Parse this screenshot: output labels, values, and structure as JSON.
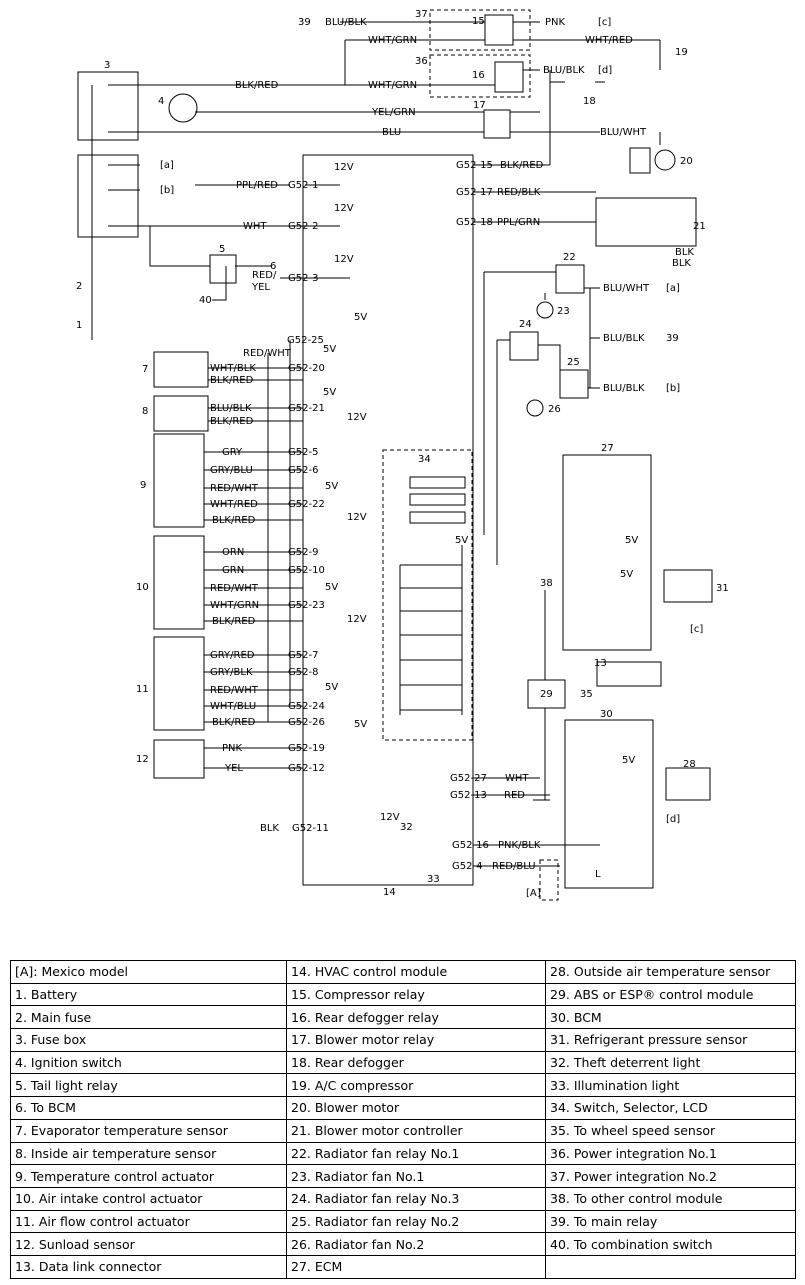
{
  "wires": {
    "w01": "BLU/BLK",
    "w02": "PNK",
    "w03": "[c]",
    "w04": "WHT/GRN",
    "w05": "WHT/RED",
    "w06": "BLK/RED",
    "w07": "WHT/GRN",
    "w08": "BLU/BLK",
    "w09": "[d]",
    "w10": "YEL/GRN",
    "w11": "BLU",
    "w12": "BLU/WHT",
    "w13": "G52-15",
    "w14": "BLK/RED",
    "w15": "[a]",
    "w16": "[b]",
    "w17": "PPL/RED",
    "w18": "G52-1",
    "w19": "G52-17",
    "w20": "RED/BLK",
    "w21": "G52-18",
    "w22": "PPL/GRN",
    "w23": "WHT",
    "w24": "G52-2",
    "w25": "BLK",
    "w26": "RED/",
    "w27": "YEL",
    "w28": "G52-3",
    "w29": "BLU/WHT",
    "w30": "[a]",
    "w31": "BLU/BLK",
    "w32": "39",
    "w33": "BLU/BLK",
    "w34": "[b]",
    "w35": "G52-25",
    "w36": "RED/WHT",
    "w37": "WHT/BLK",
    "w38": "G52-20",
    "w39": "BLK/RED",
    "w40": "BLU/BLK",
    "w41": "G52-21",
    "w42": "BLK/RED",
    "w43": "GRY",
    "w44": "G52-5",
    "w45": "GRY/BLU",
    "w46": "G52-6",
    "w47": "RED/WHT",
    "w48": "WHT/RED",
    "w49": "G52-22",
    "w50": "BLK/RED",
    "w51": "ORN",
    "w52": "G52-9",
    "w53": "GRN",
    "w54": "G52-10",
    "w55": "RED/WHT",
    "w56": "WHT/GRN",
    "w57": "G52-23",
    "w58": "BLK/RED",
    "w59": "GRY/RED",
    "w60": "G52-7",
    "w61": "GRY/BLK",
    "w62": "G52-8",
    "w63": "RED/WHT",
    "w64": "WHT/BLU",
    "w65": "G52-24",
    "w66": "BLK/RED",
    "w67": "G52-26",
    "w68": "PNK",
    "w69": "G52-19",
    "w70": "YEL",
    "w71": "G52-12",
    "w72": "G52-27",
    "w73": "WHT",
    "w74": "G52-13",
    "w75": "RED",
    "w76": "BLK",
    "w77": "G52-11",
    "w78": "G52-16",
    "w79": "PNK/BLK",
    "w80": "G52-4",
    "w81": "RED/BLU",
    "w82": "[c]",
    "w83": "[d]",
    "w84": "[A]",
    "w85": "6",
    "w86": "L",
    "w87": "BLK"
  },
  "voltages": {
    "v12": "12V",
    "v5": "5V"
  },
  "callouts": [
    "1",
    "2",
    "3",
    "4",
    "5",
    "7",
    "8",
    "9",
    "10",
    "11",
    "12",
    "13",
    "14",
    "15",
    "16",
    "17",
    "18",
    "19",
    "20",
    "21",
    "22",
    "23",
    "24",
    "25",
    "26",
    "27",
    "28",
    "29",
    "30",
    "31",
    "32",
    "33",
    "34",
    "35",
    "36",
    "37",
    "38",
    "39",
    "40"
  ],
  "legend": [
    [
      "[A]: Mexico model",
      "14. HVAC control module",
      "28. Outside air temperature sensor"
    ],
    [
      "1. Battery",
      "15. Compressor relay",
      "29. ABS or ESP® control module"
    ],
    [
      "2. Main fuse",
      "16. Rear defogger relay",
      "30. BCM"
    ],
    [
      "3. Fuse box",
      "17. Blower motor relay",
      "31. Refrigerant pressure sensor"
    ],
    [
      "4. Ignition switch",
      "18. Rear defogger",
      "32. Theft deterrent light"
    ],
    [
      "5. Tail light relay",
      "19. A/C compressor",
      "33. Illumination light"
    ],
    [
      "6. To BCM",
      "20. Blower motor",
      "34. Switch, Selector, LCD"
    ],
    [
      "7. Evaporator temperature sensor",
      "21. Blower motor controller",
      "35. To wheel speed sensor"
    ],
    [
      "8. Inside air temperature sensor",
      "22. Radiator fan relay No.1",
      "36. Power integration No.1"
    ],
    [
      "9. Temperature control actuator",
      "23. Radiator fan No.1",
      "37. Power integration No.2"
    ],
    [
      "10. Air intake control actuator",
      "24. Radiator fan relay No.3",
      "38. To other control module"
    ],
    [
      "11. Air flow control actuator",
      "25. Radiator fan relay No.2",
      "39. To main relay"
    ],
    [
      "12. Sunload sensor",
      "26. Radiator fan No.2",
      "40. To combination switch"
    ],
    [
      "13. Data link connector",
      "27. ECM",
      ""
    ]
  ]
}
